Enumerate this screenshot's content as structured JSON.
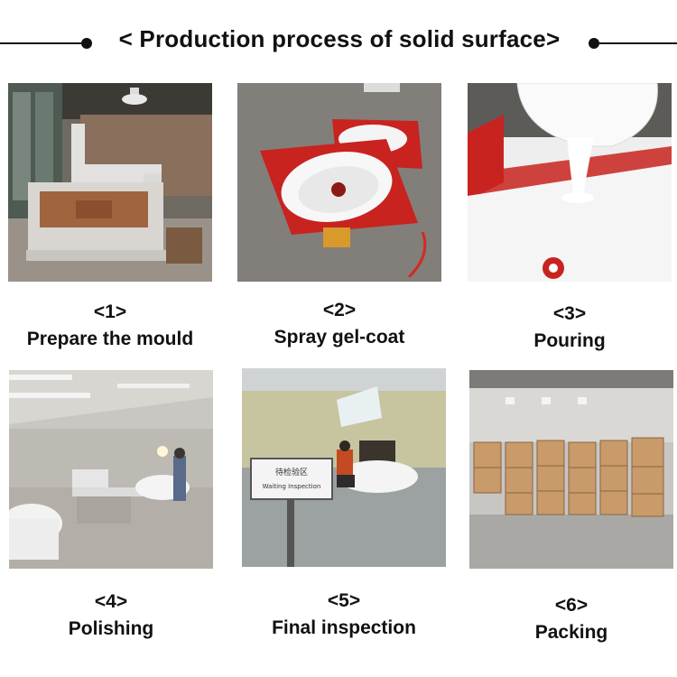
{
  "title": "< Production process of solid surface>",
  "steps": [
    {
      "num": "<1>",
      "label": "Prepare the mould",
      "photo_icon": "cnc-machine-photo"
    },
    {
      "num": "<2>",
      "label": "Spray gel-coat",
      "photo_icon": "gelcoat-mould-photo"
    },
    {
      "num": "<3>",
      "label": "Pouring",
      "photo_icon": "pouring-resin-photo"
    },
    {
      "num": "<4>",
      "label": "Polishing",
      "photo_icon": "polishing-workshop-photo"
    },
    {
      "num": "<5>",
      "label": "Final inspection",
      "photo_icon": "inspection-area-photo"
    },
    {
      "num": "<6>",
      "label": "Packing",
      "photo_icon": "packed-crates-photo"
    }
  ],
  "sign_text": "Waiting Inspection",
  "colors": {
    "mould_red": "#c8231f",
    "accent_text": "#111111",
    "background": "#ffffff"
  }
}
